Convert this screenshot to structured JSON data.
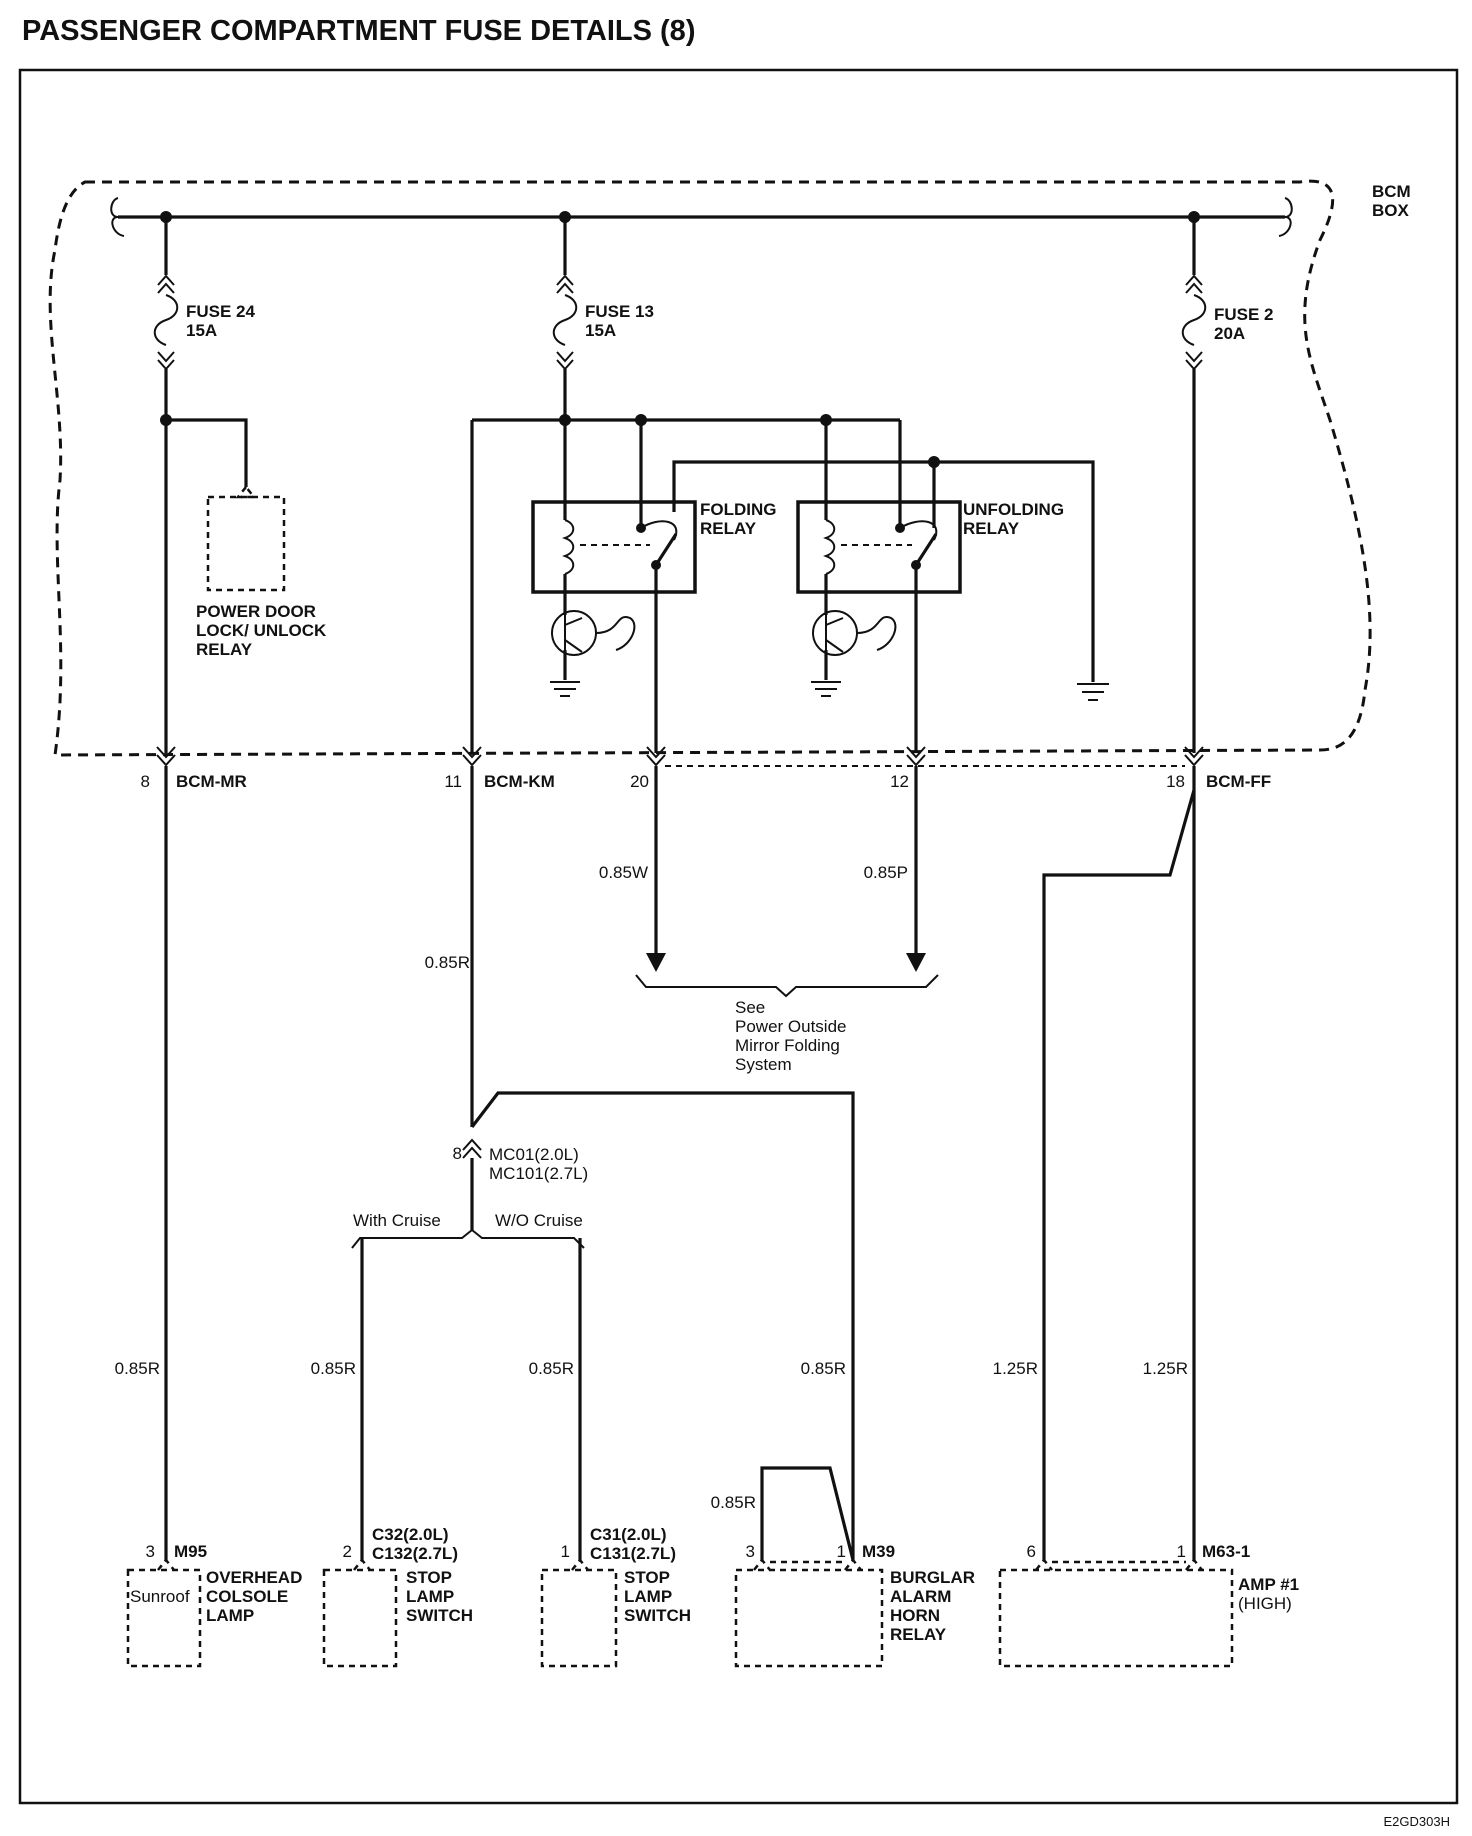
{
  "title": "PASSENGER COMPARTMENT FUSE DETAILS (8)",
  "figure_code": "E2GD303H",
  "bcm_box_label": [
    "BCM",
    "BOX"
  ],
  "fuses": [
    {
      "name": "FUSE 24",
      "rating": "15A"
    },
    {
      "name": "FUSE 13",
      "rating": "15A"
    },
    {
      "name": "FUSE 2",
      "rating": "20A"
    }
  ],
  "relays": {
    "power_door_lock": [
      "POWER DOOR",
      "LOCK/ UNLOCK",
      "RELAY"
    ],
    "folding": [
      "FOLDING",
      "RELAY"
    ],
    "unfolding": [
      "UNFOLDING",
      "RELAY"
    ]
  },
  "bcm_connectors": [
    {
      "pin": "8",
      "name": "BCM-MR"
    },
    {
      "pin": "11",
      "name": "BCM-KM"
    },
    {
      "pin": "20",
      "name": ""
    },
    {
      "pin": "12",
      "name": ""
    },
    {
      "pin": "18",
      "name": "BCM-FF"
    }
  ],
  "wires": {
    "mirror_w": "0.85W",
    "mirror_p": "0.85P",
    "km_main": "0.85R",
    "overhead": "0.85R",
    "with_cruise": "0.85R",
    "wo_cruise": "0.85R",
    "burglar": "0.85R",
    "burglar_jumper": "0.85R",
    "amp_left": "1.25R",
    "amp_right": "1.25R"
  },
  "mirror_reference": [
    "See",
    "Power Outside",
    "Mirror Folding",
    "System"
  ],
  "inline_connector": {
    "pin": "8",
    "names": [
      "MC01(2.0L)",
      "MC101(2.7L)"
    ]
  },
  "branches": {
    "with_cruise": "With Cruise",
    "wo_cruise": "W/O Cruise"
  },
  "components": {
    "overhead": {
      "pin": "3",
      "connector": "M95",
      "inner": "Sunroof",
      "label": [
        "OVERHEAD",
        "COLSOLE",
        "LAMP"
      ]
    },
    "stop_with": {
      "pin": "2",
      "connector": [
        "C32(2.0L)",
        "C132(2.7L)"
      ],
      "label": [
        "STOP",
        "LAMP",
        "SWITCH"
      ]
    },
    "stop_wo": {
      "pin": "1",
      "connector": [
        "C31(2.0L)",
        "C131(2.7L)"
      ],
      "label": [
        "STOP",
        "LAMP",
        "SWITCH"
      ]
    },
    "burglar": {
      "pins": [
        "3",
        "1"
      ],
      "connector": "M39",
      "label": [
        "BURGLAR",
        "ALARM",
        "HORN",
        "RELAY"
      ]
    },
    "amp": {
      "pins": [
        "6",
        "1"
      ],
      "connector": "M63-1",
      "label": [
        "AMP #1",
        "(HIGH)"
      ]
    }
  }
}
